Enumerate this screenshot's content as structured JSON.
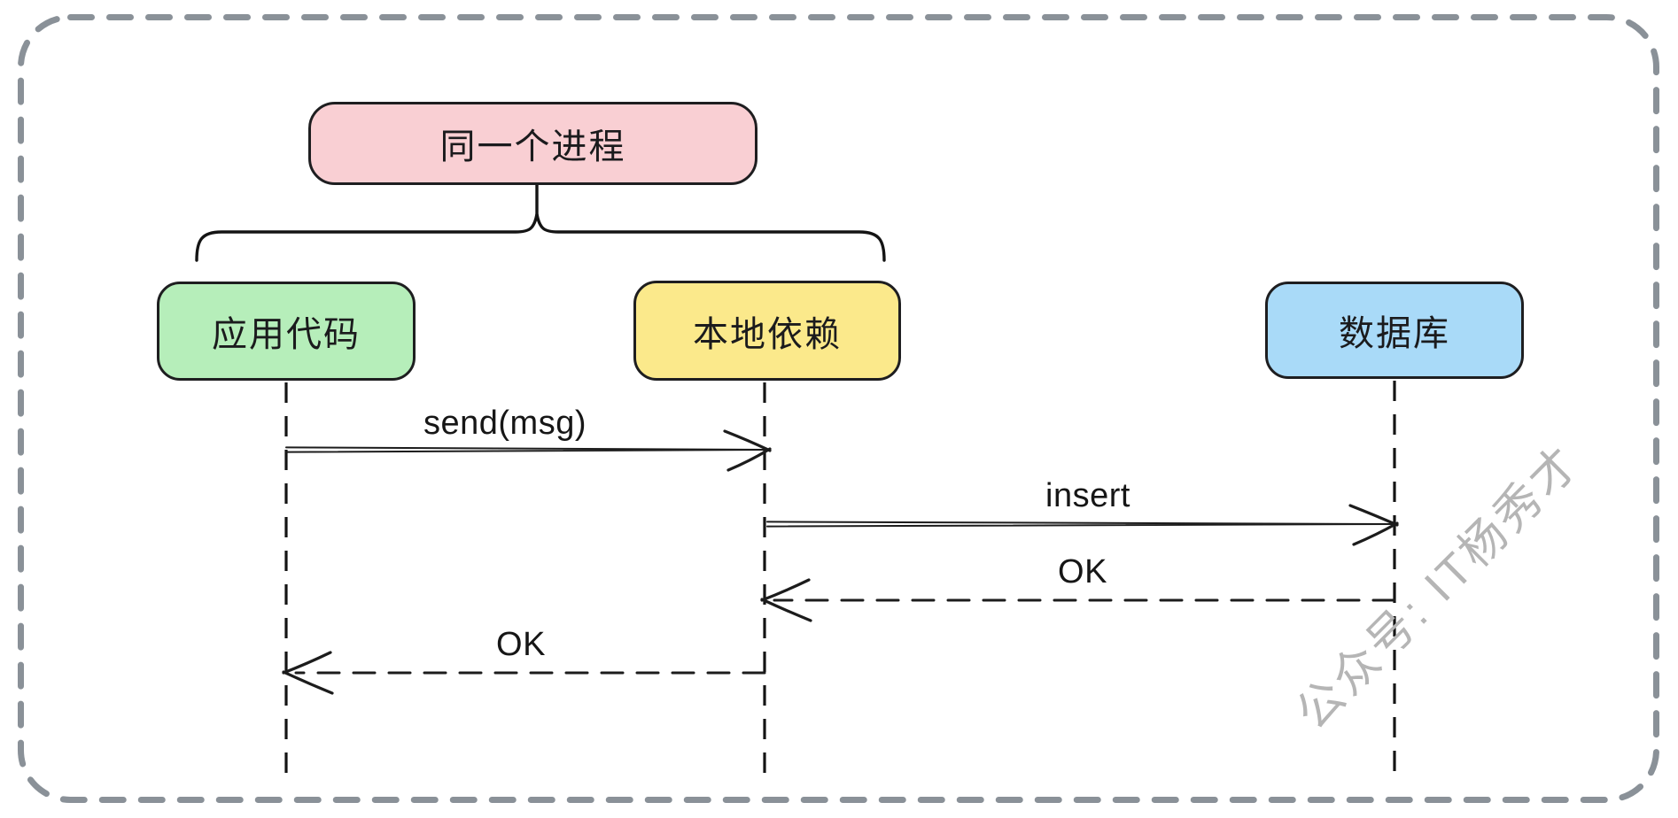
{
  "diagram": {
    "type": "sequence-diagram",
    "group_box": {
      "label": "同一个进程",
      "fill": "#f9cfd3",
      "border": "#1e1e20"
    },
    "actors": [
      {
        "label": "应用代码",
        "fill": "#b6eeba"
      },
      {
        "label": "本地依赖",
        "fill": "#fbe98b"
      },
      {
        "label": "数据库",
        "fill": "#a9daf8"
      }
    ],
    "messages": [
      {
        "label": "send(msg)",
        "from": "应用代码",
        "to": "本地依赖",
        "line": "solid"
      },
      {
        "label": "insert",
        "from": "本地依赖",
        "to": "数据库",
        "line": "solid"
      },
      {
        "label": "OK",
        "from": "数据库",
        "to": "本地依赖",
        "line": "dashed"
      },
      {
        "label": "OK",
        "from": "本地依赖",
        "to": "应用代码",
        "line": "dashed"
      }
    ],
    "watermark": {
      "text": "公众号: IT杨秀才",
      "color": "#b5b5b5"
    },
    "colors": {
      "frame_border": "#8a9198",
      "stroke": "#1a1a1a",
      "background": "#ffffff"
    }
  }
}
